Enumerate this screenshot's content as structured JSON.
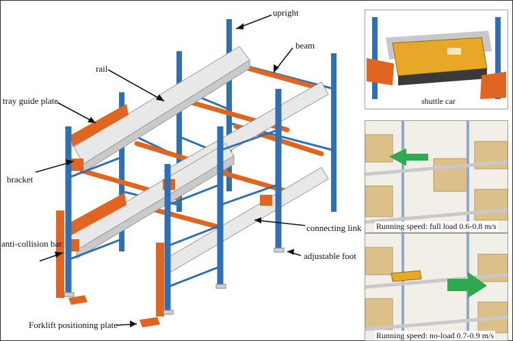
{
  "labels": {
    "upright": "upright",
    "beam": "beam",
    "rail": "rail",
    "tray_guide_plate": "tray guide plate",
    "bracket": "bracket",
    "anti_collision_bar": "anti-collision bar",
    "connecting_link": "connecting link",
    "adjustable_foot": "adjustable foot",
    "forklift_positioning_plate": "Forklift positioning plate"
  },
  "panels": {
    "shuttle_car": "shuttle car",
    "full_load": "Running speed: full load 0.6-0.8 m/s",
    "no_load": "Running speed: no-load 0.7-0.9 m/s"
  },
  "colors": {
    "upright_blue": "#2e6fb5",
    "beam_orange": "#e0661f",
    "rail_white": "#e8e8e8",
    "shuttle_yellow": "#e6a826",
    "arrow_green": "#2fa84f",
    "box_tan": "#dcc08a"
  }
}
